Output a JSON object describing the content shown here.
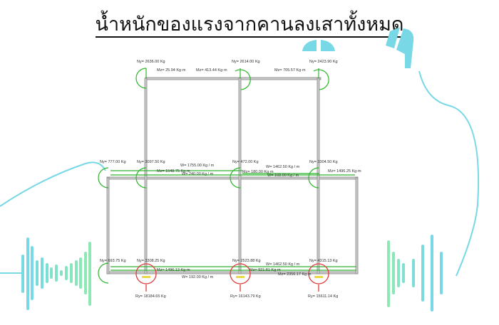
{
  "title": "น้ำหนักของแรงจากคานลงเสาทั้งหมด",
  "colors": {
    "accent": "#78d8e6",
    "load": "#2db52d",
    "reaction": "#e23a3a",
    "wave_end": "#8ee8b4"
  },
  "roof": {
    "ny": [
      "Ny= 2636.00 Kg",
      "Ny= 2614.00 Kg",
      "Ny= 2423.90 Kg"
    ],
    "mz": [
      "Mz= 25.94 Kg·m",
      "Mz= 413.44 Kg·m",
      "Mz= 705.57 Kg·m"
    ]
  },
  "floor2": {
    "ny": [
      "Ny= 777.00 Kg",
      "Ny= 3097.50 Kg",
      "Ny= 472.00 Kg",
      "Ny= 3304.50 Kg"
    ],
    "w": [
      "W= 1755.00 Kg / m",
      "W= 1462.50 Kg / m",
      "W= 240.00 Kg / m",
      "W= 168.00 Kg / m"
    ],
    "mz": [
      "Mz= 1548.75 Kg·m",
      "Mz= 180.00 Kg·m",
      "Mz= 1496.25 Kg·m"
    ]
  },
  "floor1": {
    "ny": [
      "Ny= 693.75 Kg",
      "Ny= 3308.25 Kg",
      "Ny= 2523.88 Kg",
      "Ny= 4315.13 Kg"
    ],
    "w": [
      "W= 1462.50 Kg / m",
      "W= 192.00 Kg / m"
    ],
    "mz": [
      "Mz= 1496.13 Kg·m",
      "Mz= 921.81 Kg·m",
      "Mz= 2356.17 Kg·m"
    ]
  },
  "reactions": [
    "Ry= 18184.65 Kg",
    "Ry= 16143.79 Kg",
    "Ry= 15611.14 Kg"
  ]
}
